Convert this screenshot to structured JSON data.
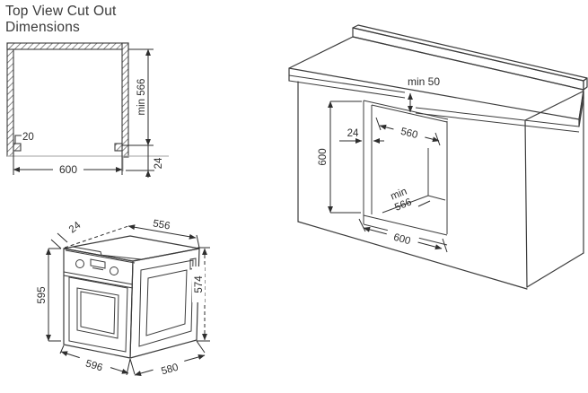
{
  "title": {
    "line1": "Top View Cut Out",
    "line2": "Dimensions"
  },
  "colors": {
    "line": "#3c3c3c",
    "text": "#2e2e2e",
    "aux_line": "#b4b4b4"
  },
  "top_view": {
    "cutout_width": "600",
    "cutout_depth": "min 566",
    "front_inset": "24",
    "side_tab": "20"
  },
  "oven": {
    "fascia_overhang": "24",
    "body_depth": "556",
    "front_height": "595",
    "body_height": "574",
    "front_width": "596",
    "depth_with_door": "580"
  },
  "cabinet": {
    "rear_vent_gap": "min 50",
    "frame_width": "24",
    "inner_width": "560",
    "niche_height": "600",
    "niche_depth_line1": "min",
    "niche_depth_line2": "566",
    "niche_width": "600"
  }
}
